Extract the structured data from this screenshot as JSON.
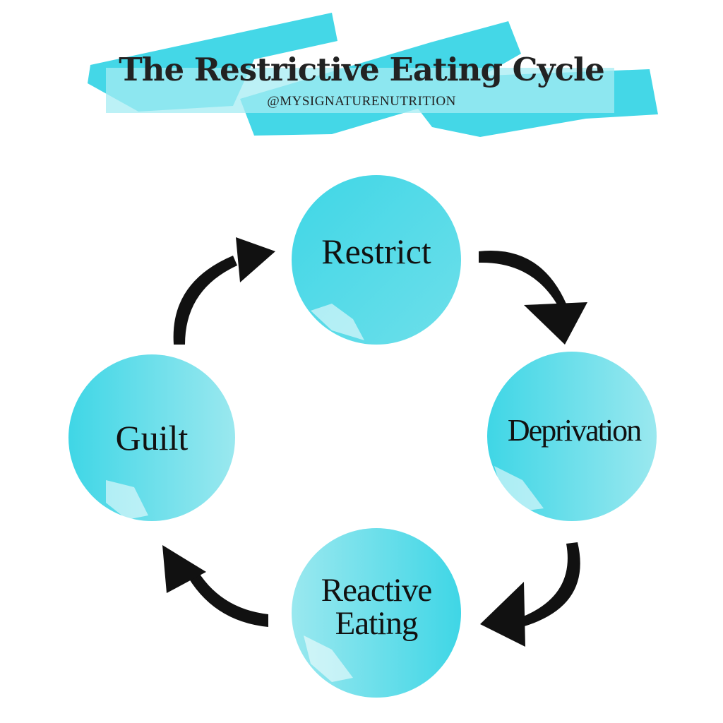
{
  "header": {
    "title": "The Restrictive Eating Cycle",
    "handle": "@MYSIGNATURENUTRITION"
  },
  "cycle": {
    "nodes": [
      {
        "label": "Restrict"
      },
      {
        "label": "Deprivation"
      },
      {
        "label": "Reactive\nEating"
      },
      {
        "label": "Guilt"
      }
    ],
    "direction": "clockwise"
  },
  "colors": {
    "circle_dark": "#3fd6e6",
    "circle_light": "#8fe6ee",
    "brush": "#44d7e7",
    "arrow": "#111111",
    "text": "#111111"
  }
}
